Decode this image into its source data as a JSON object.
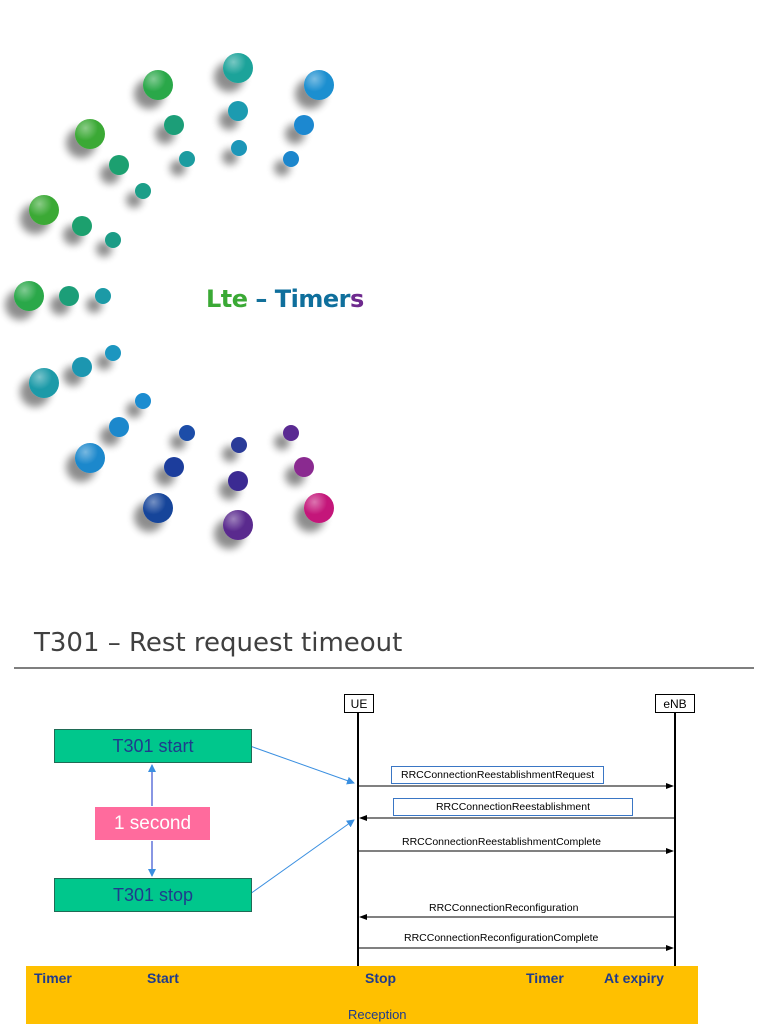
{
  "slide": {
    "title_part1": "Lte",
    "title_sep": " – ",
    "title_part2": "Timer",
    "title_part3": "s"
  },
  "section": {
    "title": "T301 – Rest request timeout"
  },
  "diagram": {
    "entities": {
      "ue": "UE",
      "enb": "eNB"
    },
    "timer_start": "T301 start",
    "timer_stop": "T301 stop",
    "duration": "1 second",
    "messages": [
      {
        "label": "RRCConnectionReestablishmentRequest",
        "direction": "ue-to-enb",
        "boxed": true
      },
      {
        "label": "RRCConnectionReestablishment",
        "direction": "enb-to-ue",
        "boxed": true
      },
      {
        "label": "RRCConnectionReestablishmentComplete",
        "direction": "ue-to-enb",
        "boxed": false
      },
      {
        "label": "RRCConnectionReconfiguration",
        "direction": "enb-to-ue",
        "boxed": false
      },
      {
        "label": "RRCConnectionReconfigurationComplete",
        "direction": "ue-to-enb",
        "boxed": false
      }
    ]
  },
  "table": {
    "headers": [
      "Timer",
      "Start",
      "Stop",
      "Timer",
      "At expiry"
    ],
    "partial_cell": "Reception"
  },
  "colors": {
    "green": "#00c78c",
    "pink": "#ff6b9d",
    "table_header_bg": "#ffc000",
    "header_text": "#1f3b8c",
    "arrow_blue": "#3a8fe0"
  }
}
